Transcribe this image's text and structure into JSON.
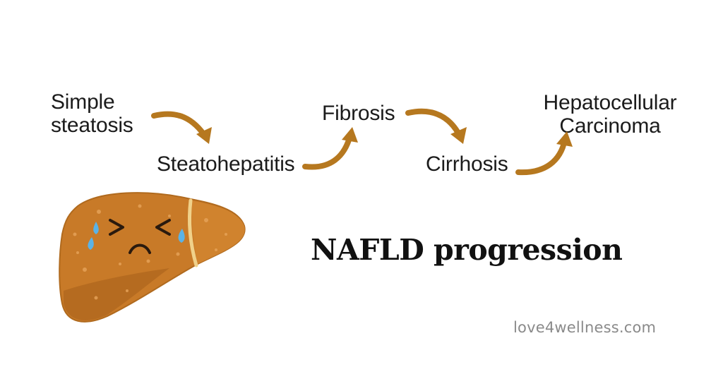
{
  "stages": {
    "simple_steatosis": [
      "Simple",
      "steatosis"
    ],
    "steatohepatitis": "Steatohepatitis",
    "fibrosis": "Fibrosis",
    "cirrhosis": "Cirrhosis",
    "hcc": [
      "Hepatocellular",
      "Carcinoma"
    ]
  },
  "title": "NAFLD progression",
  "website": "love4wellness.com",
  "colors": {
    "arrow": "#b6781f",
    "liver": "#c87a28",
    "liver_dark": "#a65f1a",
    "tear": "#5bb3e6",
    "text": "#1b1b1b"
  },
  "icons": {
    "mascot": "sad-crying-liver-icon",
    "arrow": "curved-arrow-icon"
  }
}
